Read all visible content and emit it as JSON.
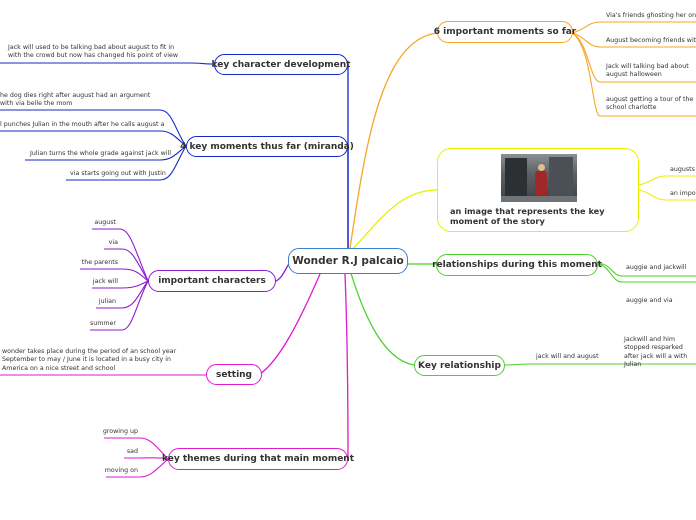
{
  "central": {
    "title": "Wonder R.J palcaio"
  },
  "colors": {
    "central_border": "#3c7fd1",
    "orange": "#f5a623",
    "yellow": "#e8f000",
    "green": "#4cd12b",
    "navy": "#1428c8",
    "purple": "#8a1ccf",
    "magenta": "#e01ad0"
  },
  "branches": {
    "important_moments": {
      "label": "6 important moments so far",
      "leaves": [
        "Via's friends ghosting her on the",
        "August becoming friends with jac",
        "Jack will talking bad about august halloween",
        "august getting a tour of the school charlotte"
      ]
    },
    "image_moment": {
      "label": "an image that represents the key moment of the story",
      "leaves": [
        "augusts f",
        "an import"
      ]
    },
    "relationships": {
      "label": "relationships during this moment",
      "leaves": [
        "auggie and jackwill",
        "auggie and via"
      ]
    },
    "key_relationship": {
      "label": "Key relationship",
      "sub": "jack will and august",
      "leaves": [
        "Jackwill and him stopped resparked after jack will a with Julian"
      ]
    },
    "character_development": {
      "label": "key character development",
      "leaves": [
        "Jack will used to be talking bad about august to fit in with the crowd but now has changed his point of view"
      ]
    },
    "key_moments": {
      "label": "4 key moments thus far (miranda)",
      "leaves": [
        "he dog dies right after august had an argument with via belle the mom",
        "l punches Julian in the mouth after he calls august a",
        "Julian turns the whole grade against jack will",
        "via starts going out with Justin"
      ]
    },
    "characters": {
      "label": "important characters",
      "leaves": [
        "august",
        "via",
        "the parents",
        "jack will",
        "julian",
        "summer"
      ]
    },
    "setting": {
      "label": "setting",
      "leaves": [
        "wonder takes place during the period of an school year September to may / June it is located in a busy city in America on a nice street and school"
      ]
    },
    "themes": {
      "label": "key themes during that main moment",
      "leaves": [
        "growing up",
        "sad",
        "moving on"
      ]
    }
  }
}
